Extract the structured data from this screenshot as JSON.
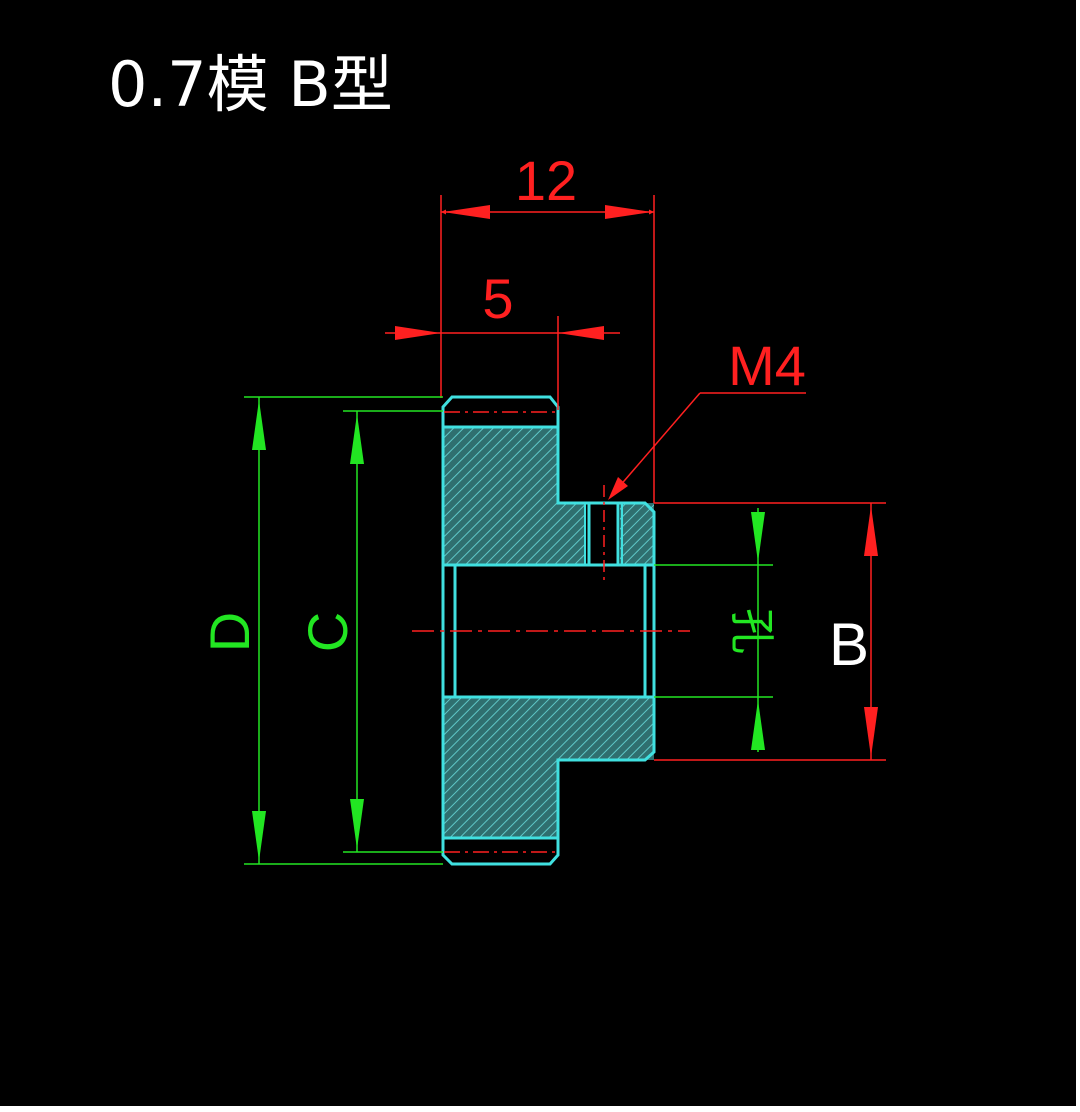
{
  "title": "0.7模 B型",
  "dimensions": {
    "total_length": "12",
    "hub_offset": "5",
    "set_screw": "M4",
    "outer_diameter": "D",
    "pitch_diameter": "C",
    "bore": "孔",
    "hub_diameter": "B"
  },
  "colors": {
    "background": "#000000",
    "part_outline": "#40e0e0",
    "dimension_red": "#ff2020",
    "dimension_green": "#22e622",
    "hatch": "#2aa8a8"
  }
}
